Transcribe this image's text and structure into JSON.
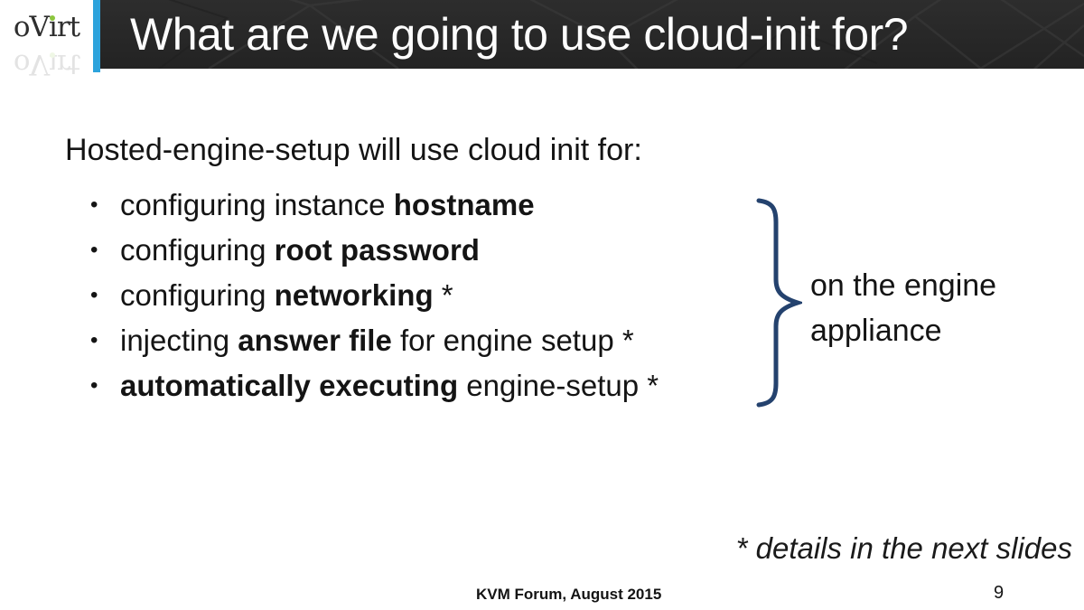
{
  "slide": {
    "logo": {
      "brand": "oVirt",
      "pre": "oV",
      "i_dotless": "ı",
      "post": "rt"
    },
    "header": {
      "title": "What are we going to use cloud-init for?"
    },
    "body": {
      "intro": "Hosted-engine-setup will use cloud init for:",
      "bullet_char": "•",
      "bullets": [
        {
          "pre": "configuring instance ",
          "bold": "hostname",
          "post": ""
        },
        {
          "pre": "configuring ",
          "bold": "root password",
          "post": ""
        },
        {
          "pre": "configuring ",
          "bold": "networking",
          "post": " *"
        },
        {
          "pre": "injecting ",
          "bold": "answer file",
          "post": " for engine setup *"
        },
        {
          "pre": "",
          "bold": "automatically executing",
          "post": " engine-setup *"
        }
      ],
      "brace_note": {
        "line1": "on the engine",
        "line2": "appliance"
      }
    },
    "footnote": "* details in the next slides",
    "footer": {
      "event": "KVM Forum, August 2015",
      "page_number": "9"
    },
    "colors": {
      "accent_strip": "#2da3dc",
      "header_bg": "#272727",
      "brace": "#24426e",
      "logo_green": "#8cc63e",
      "title_text": "#fdfdfd",
      "body_text": "#141414"
    }
  }
}
